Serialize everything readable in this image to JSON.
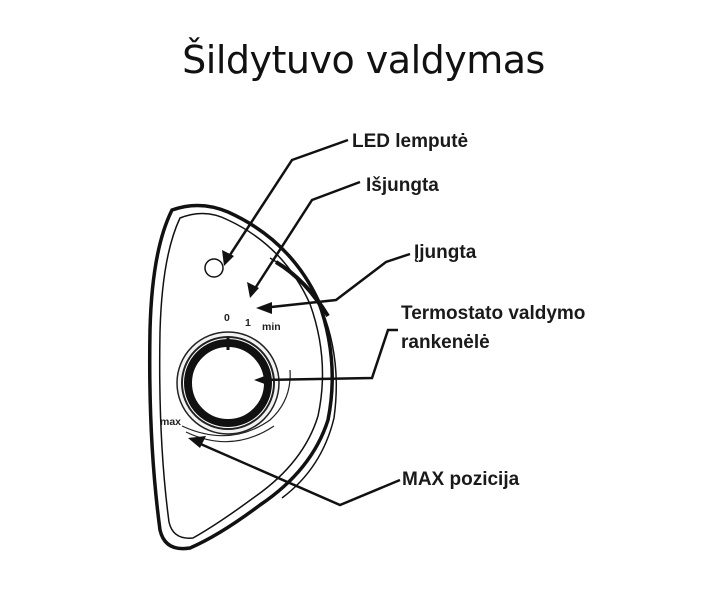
{
  "title": "Šildytuvo valdymas",
  "labels": {
    "led": "LED lemputė",
    "off": "Išjungta",
    "on": "Įjungta",
    "knob_line1": "Termostato valdymo",
    "knob_line2": "rankenėlė",
    "max_position": "MAX pozicija"
  },
  "dial": {
    "zero": "0",
    "one": "1",
    "min": "min",
    "max": "max"
  }
}
